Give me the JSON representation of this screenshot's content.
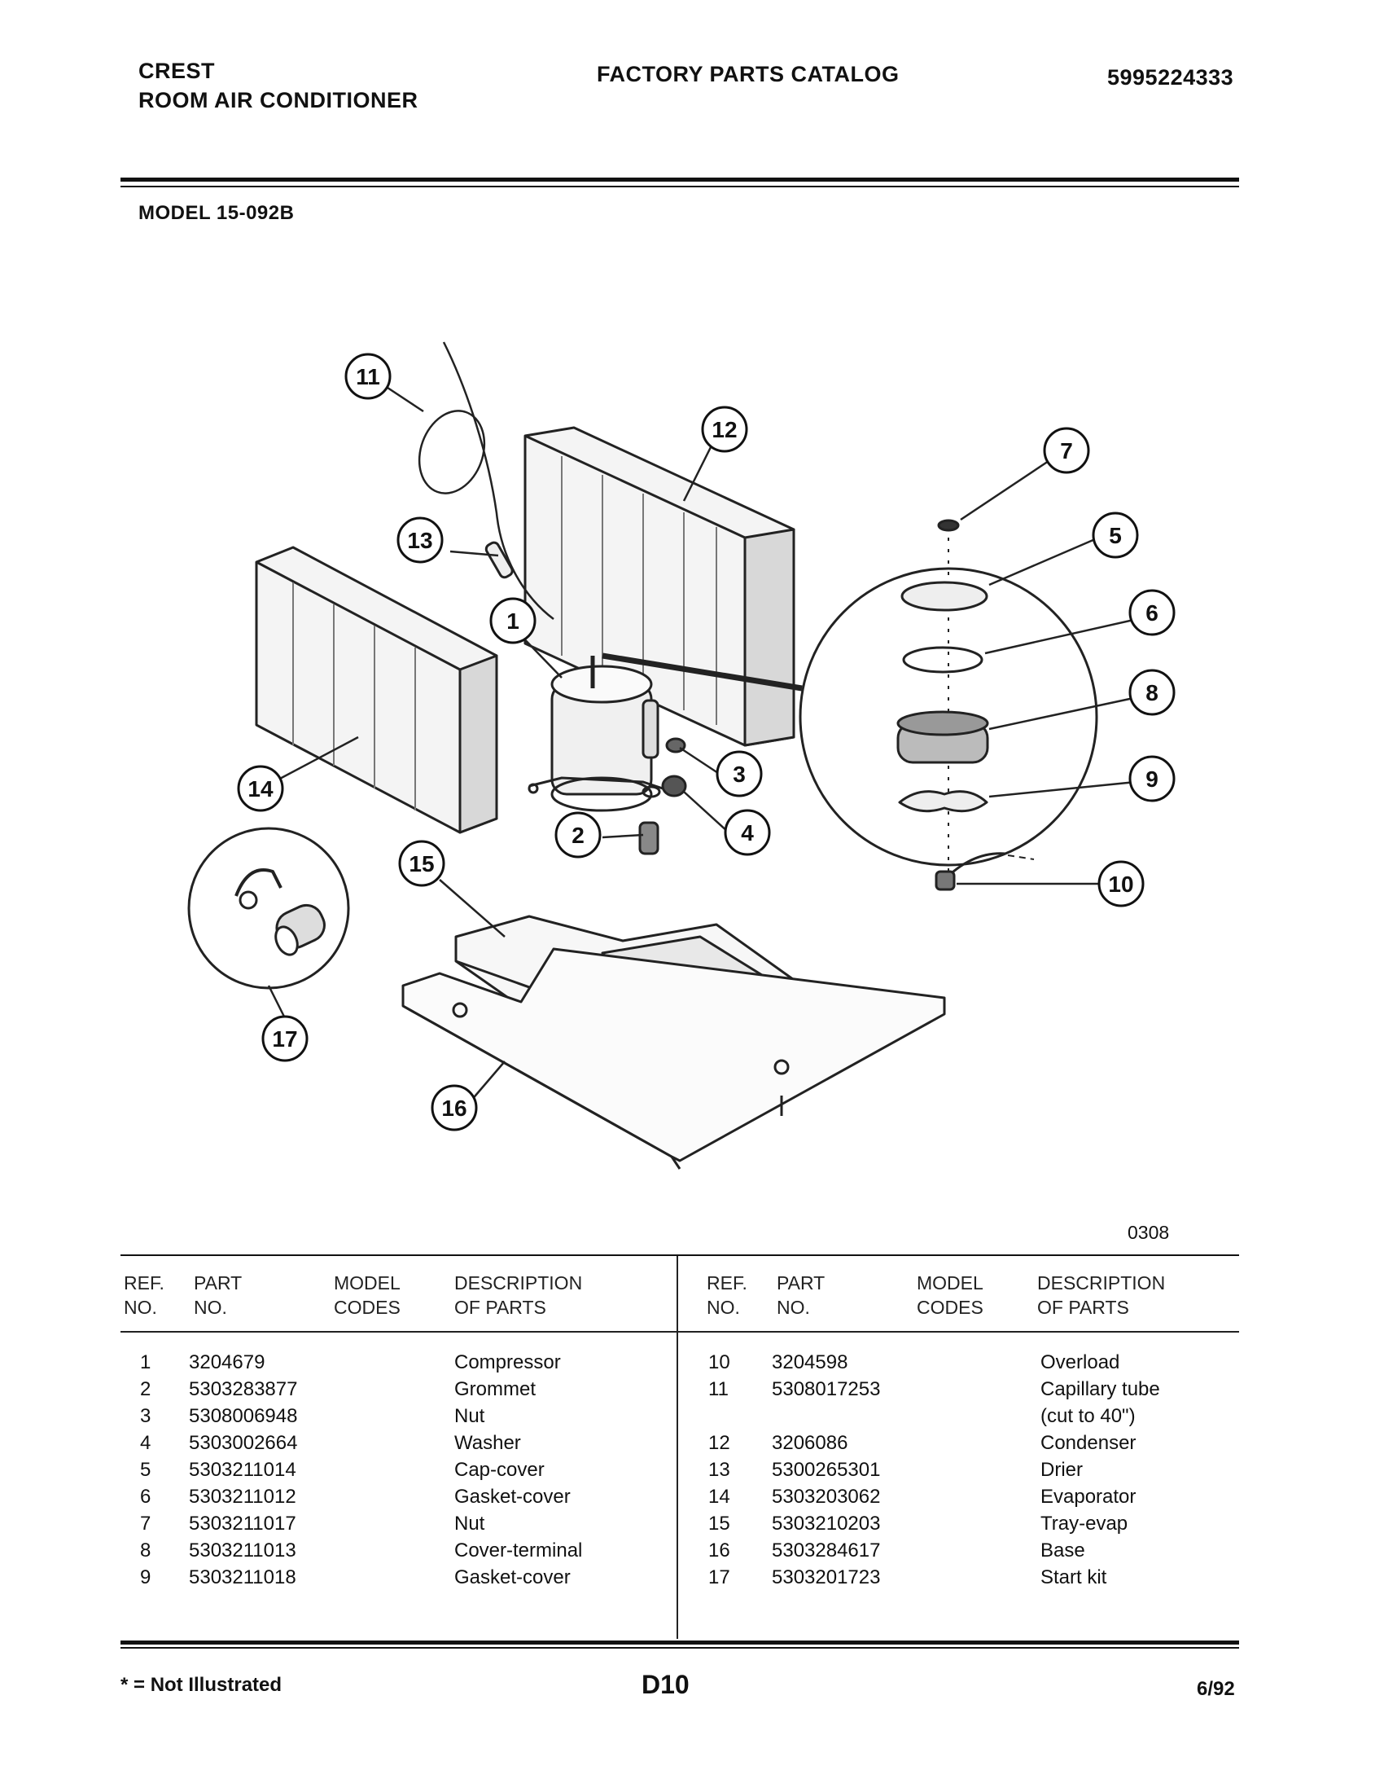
{
  "header": {
    "brand": "CREST",
    "product": "ROOM AIR CONDITIONER",
    "catalog_title": "FACTORY PARTS CATALOG",
    "catalog_number": "5995224333"
  },
  "model": "MODEL 15-092B",
  "diagram": {
    "code": "0308",
    "callouts": [
      "1",
      "2",
      "3",
      "4",
      "5",
      "6",
      "7",
      "8",
      "9",
      "10",
      "11",
      "12",
      "13",
      "14",
      "15",
      "16",
      "17"
    ]
  },
  "table": {
    "headers": {
      "ref_1": "REF.",
      "ref_2": "NO.",
      "part_1": "PART",
      "part_2": "NO.",
      "model_1": "MODEL",
      "model_2": "CODES",
      "desc_1": "DESCRIPTION",
      "desc_2": "OF PARTS"
    },
    "left": [
      {
        "ref": "1",
        "part": "3204679",
        "desc": "Compressor"
      },
      {
        "ref": "2",
        "part": "5303283877",
        "desc": "Grommet"
      },
      {
        "ref": "3",
        "part": "5308006948",
        "desc": "Nut"
      },
      {
        "ref": "4",
        "part": "5303002664",
        "desc": "Washer"
      },
      {
        "ref": "5",
        "part": "5303211014",
        "desc": "Cap-cover"
      },
      {
        "ref": "6",
        "part": "5303211012",
        "desc": "Gasket-cover"
      },
      {
        "ref": "7",
        "part": "5303211017",
        "desc": "Nut"
      },
      {
        "ref": "8",
        "part": "5303211013",
        "desc": "Cover-terminal"
      },
      {
        "ref": "9",
        "part": "5303211018",
        "desc": "Gasket-cover"
      }
    ],
    "right": [
      {
        "ref": "10",
        "part": "3204598",
        "desc": "Overload"
      },
      {
        "ref": "11",
        "part": "5308017253",
        "desc": "Capillary tube"
      },
      {
        "ref": "",
        "part": "",
        "desc": "(cut to 40\")"
      },
      {
        "ref": "12",
        "part": "3206086",
        "desc": "Condenser"
      },
      {
        "ref": "13",
        "part": "5300265301",
        "desc": "Drier"
      },
      {
        "ref": "14",
        "part": "5303203062",
        "desc": "Evaporator"
      },
      {
        "ref": "15",
        "part": "5303210203",
        "desc": "Tray-evap"
      },
      {
        "ref": "16",
        "part": "5303284617",
        "desc": "Base"
      },
      {
        "ref": "17",
        "part": "5303201723",
        "desc": "Start kit"
      }
    ]
  },
  "footer": {
    "note": "* = Not Illustrated",
    "page_id": "D10",
    "date": "6/92"
  }
}
